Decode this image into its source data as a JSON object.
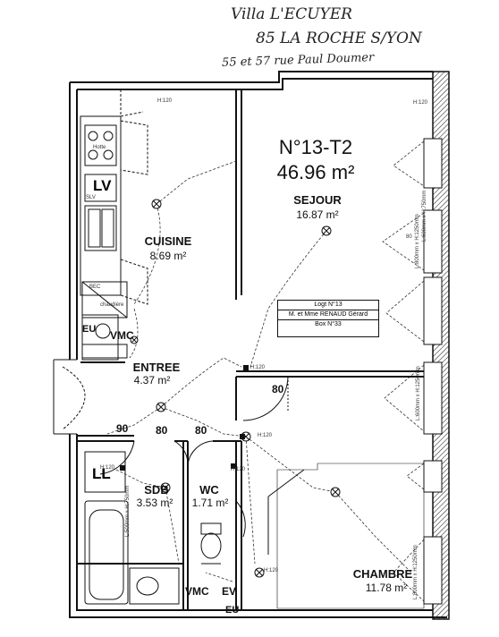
{
  "handwritten": {
    "line1": "Villa L'ECUYER",
    "line2": "85 LA ROCHE S/YON",
    "line3": "55 et 57 rue Paul Doumer"
  },
  "apartment": {
    "code": "N°13-T2",
    "total_area": "46.96 m²"
  },
  "rooms": {
    "sejour": {
      "name": "SEJOUR",
      "area": "16.87 m²"
    },
    "cuisine": {
      "name": "CUISINE",
      "area": "8.69 m²"
    },
    "entree": {
      "name": "ENTREE",
      "area": "4.37 m²"
    },
    "sdb": {
      "name": "SDB",
      "area": "3.53 m²"
    },
    "wc": {
      "name": "WC",
      "area": "1.71 m²"
    },
    "chambre": {
      "name": "CHAMBRE",
      "area": "11.78 m²"
    }
  },
  "info_box": {
    "line1": "Logt N°13",
    "line2": "M. et Mme RENAUD Gérard",
    "line3": "Box N°33"
  },
  "doors": {
    "d1": "80",
    "d2": "90",
    "d3": "80",
    "d4": "80"
  },
  "fixtures": {
    "lv": "LV",
    "ll": "LL",
    "vmc": "VMC",
    "vmc2": "VMC",
    "eu": "EU",
    "eu2": "EU",
    "ev": "EV",
    "hotte": "Hotte",
    "slv": "SLV",
    "bec": "BEC",
    "chaudiere": "chaudière"
  },
  "heights": {
    "h1": "H:120",
    "h2": "H:120",
    "h3": "H:120",
    "h4": "H:120",
    "h5": "H:120",
    "h6": "H:120",
    "h7": "H:120"
  },
  "windows": {
    "w1": "L:800mm x H:1250mm",
    "w2": "L:600mm x H:750mm",
    "w3": "L:600mm x H:1250mm",
    "w4": "L:800mm x H:1250mm",
    "w5": "L:500mm x H:750mm",
    "n80": "80"
  }
}
